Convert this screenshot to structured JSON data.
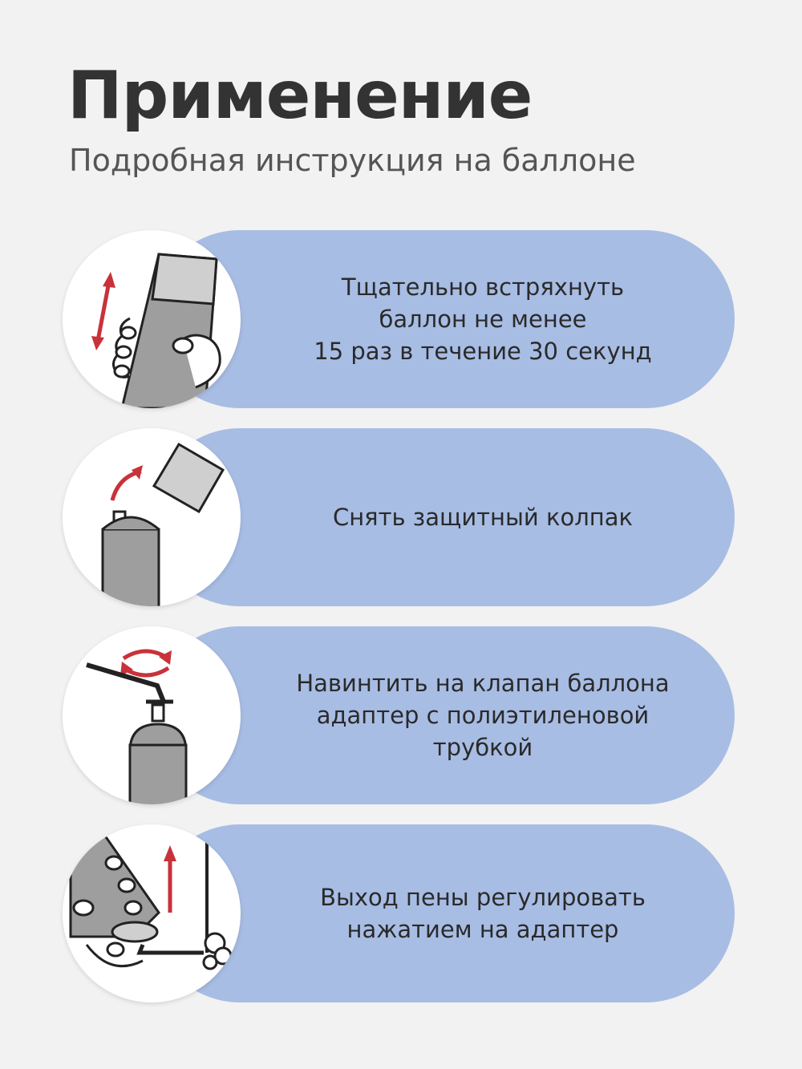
{
  "header": {
    "title": "Применение",
    "subtitle": "Подробная инструкция на баллоне"
  },
  "colors": {
    "pill": "#a8bde4",
    "accent_red": "#c8323a",
    "can_gray": "#9e9e9e",
    "text": "#2a2a2a"
  },
  "steps": [
    {
      "icon": "shake-can-icon",
      "text": "Тщательно встряхнуть\nбаллон не менее\n15 раз в течение 30 секунд"
    },
    {
      "icon": "remove-cap-icon",
      "text": "Снять защитный колпак"
    },
    {
      "icon": "screw-adapter-icon",
      "text": "Навинтить на клапан баллона\nадаптер с полиэтиленовой\nтрубкой"
    },
    {
      "icon": "press-adapter-icon",
      "text": "Выход пены регулировать\nнажатием на адаптер"
    }
  ]
}
